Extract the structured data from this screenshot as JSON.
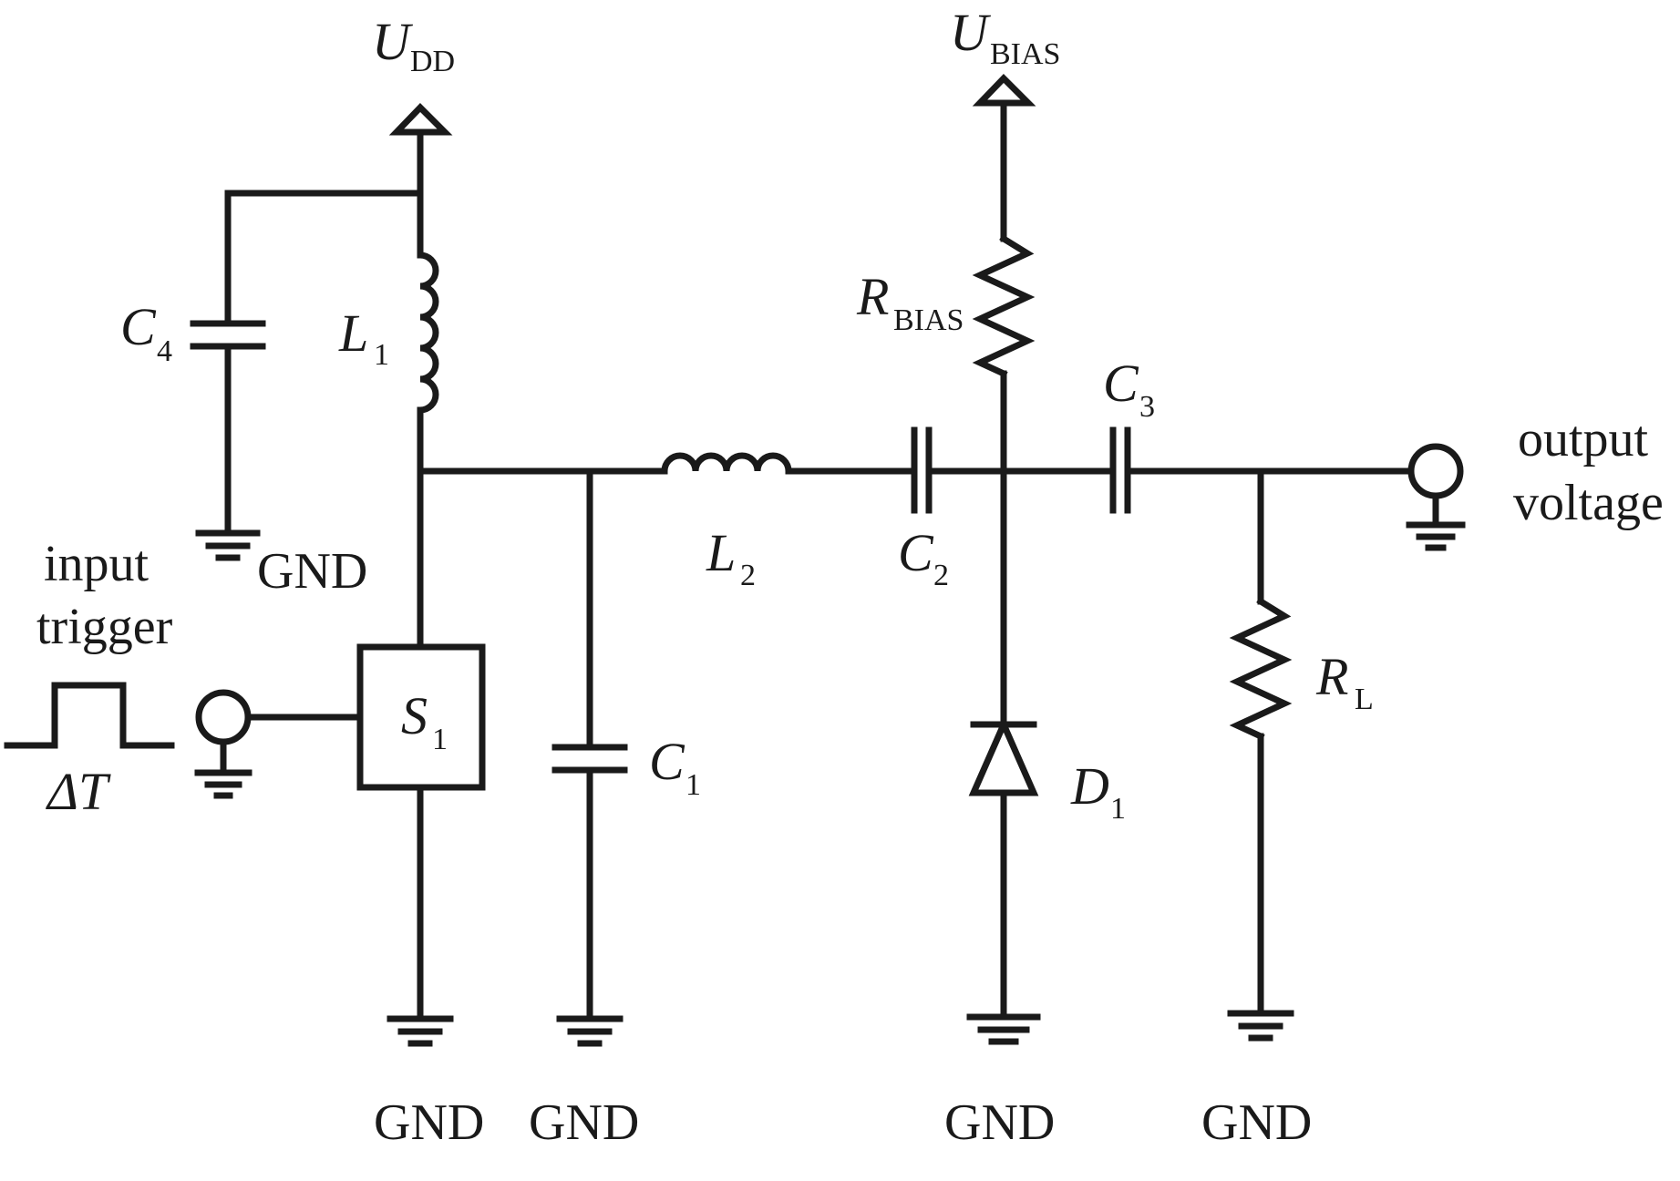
{
  "labels": {
    "udd": {
      "main": "U",
      "sub": "DD"
    },
    "ubias": {
      "main": "U",
      "sub": "BIAS"
    },
    "rbias": {
      "main": "R",
      "sub": "BIAS"
    },
    "c4": {
      "main": "C",
      "sub": "4"
    },
    "l1": {
      "main": "L",
      "sub": "1"
    },
    "l2": {
      "main": "L",
      "sub": "2"
    },
    "c1": {
      "main": "C",
      "sub": "1"
    },
    "c2": {
      "main": "C",
      "sub": "2"
    },
    "c3": {
      "main": "C",
      "sub": "3"
    },
    "s1": {
      "main": "S",
      "sub": "1"
    },
    "d1": {
      "main": "D",
      "sub": "1"
    },
    "rl": {
      "main": "R",
      "sub": "L"
    },
    "delta_t": "ΔT",
    "input_trigger": [
      "input",
      "trigger"
    ],
    "output_voltage": [
      "output",
      "voltage"
    ],
    "gnd": "GND"
  }
}
